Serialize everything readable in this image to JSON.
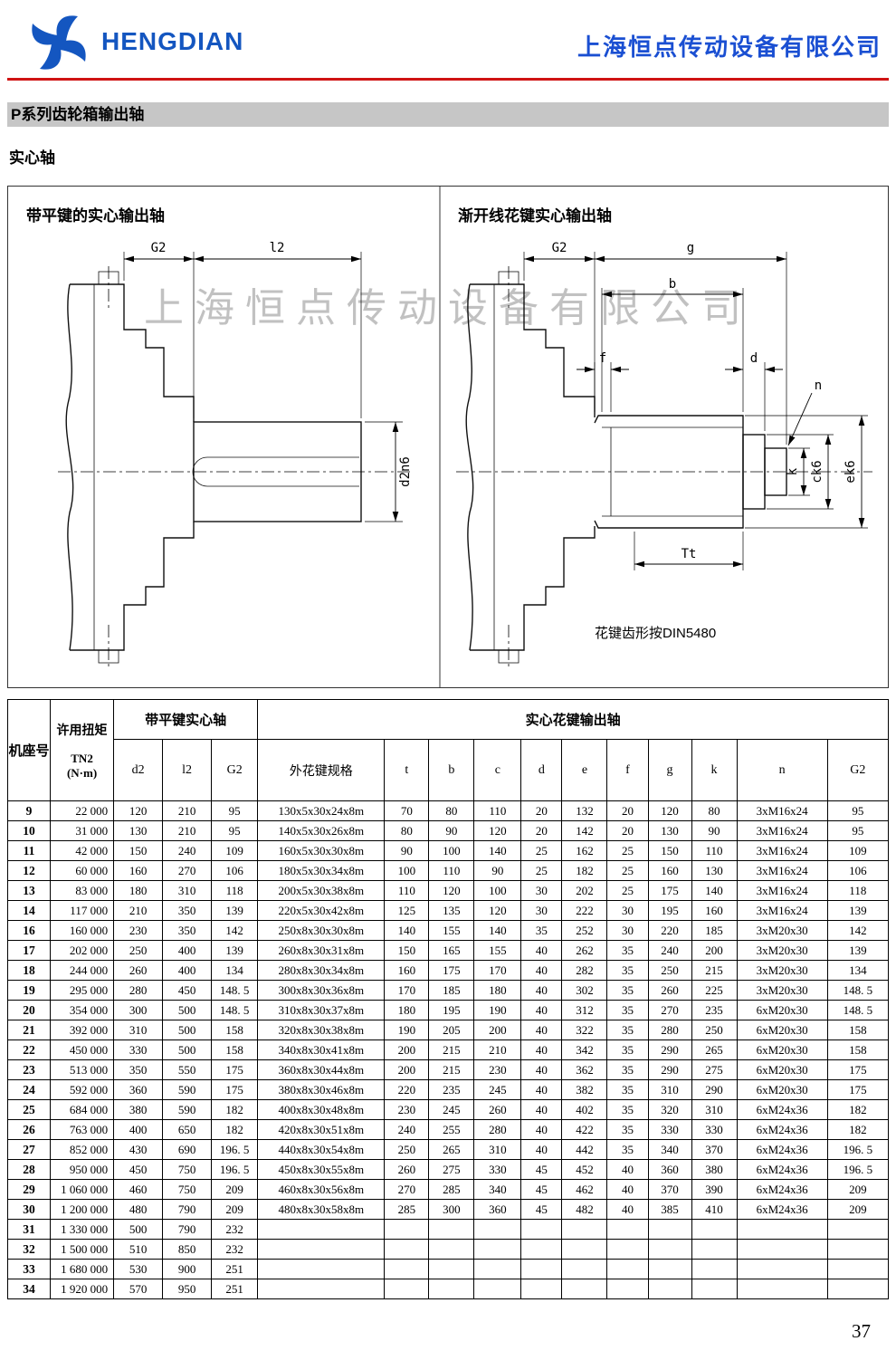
{
  "header": {
    "brand": "HENGDIAN",
    "company": "上海恒点传动设备有限公司"
  },
  "page": {
    "section_title": "P系列齿轮箱输出轴",
    "subtitle": "实心轴",
    "page_number": "37"
  },
  "drawings": {
    "watermark": "上海恒点传动设备有限公司",
    "left": {
      "title": "带平键的实心输出轴",
      "dims": {
        "g2": "G2",
        "l2": "l2",
        "d2": "d2n6"
      }
    },
    "right": {
      "title": "渐开线花键实心输出轴",
      "dims": {
        "g2": "G2",
        "g": "g",
        "b": "b",
        "f": "f",
        "d": "d",
        "n": "n",
        "k": "k",
        "ck6": "ck6",
        "ek6": "ek6",
        "tt": "Tt"
      },
      "note": "花键齿形按DIN5480"
    }
  },
  "table": {
    "header": {
      "frame": "机座号",
      "torque_line1": "许用扭矩",
      "torque_line2": "TN2",
      "torque_line3": "(N·m)",
      "flat_key_group": "带平键实心轴",
      "spline_group": "实心花键输出轴",
      "flat_key_cols": [
        "d2",
        "l2",
        "G2"
      ],
      "spline_cols": [
        "外花键规格",
        "t",
        "b",
        "c",
        "d",
        "e",
        "f",
        "g",
        "k",
        "n",
        "G2"
      ]
    },
    "rows": [
      [
        "9",
        "22 000",
        "120",
        "210",
        "95",
        "130x5x30x24x8m",
        "70",
        "80",
        "110",
        "20",
        "132",
        "20",
        "120",
        "80",
        "3xM16x24",
        "95"
      ],
      [
        "10",
        "31 000",
        "130",
        "210",
        "95",
        "140x5x30x26x8m",
        "80",
        "90",
        "120",
        "20",
        "142",
        "20",
        "130",
        "90",
        "3xM16x24",
        "95"
      ],
      [
        "11",
        "42 000",
        "150",
        "240",
        "109",
        "160x5x30x30x8m",
        "90",
        "100",
        "140",
        "25",
        "162",
        "25",
        "150",
        "110",
        "3xM16x24",
        "109"
      ],
      [
        "12",
        "60 000",
        "160",
        "270",
        "106",
        "180x5x30x34x8m",
        "100",
        "110",
        "90",
        "25",
        "182",
        "25",
        "160",
        "130",
        "3xM16x24",
        "106"
      ],
      [
        "13",
        "83 000",
        "180",
        "310",
        "118",
        "200x5x30x38x8m",
        "110",
        "120",
        "100",
        "30",
        "202",
        "25",
        "175",
        "140",
        "3xM16x24",
        "118"
      ],
      [
        "14",
        "117 000",
        "210",
        "350",
        "139",
        "220x5x30x42x8m",
        "125",
        "135",
        "120",
        "30",
        "222",
        "30",
        "195",
        "160",
        "3xM16x24",
        "139"
      ],
      [
        "16",
        "160 000",
        "230",
        "350",
        "142",
        "250x8x30x30x8m",
        "140",
        "155",
        "140",
        "35",
        "252",
        "30",
        "220",
        "185",
        "3xM20x30",
        "142"
      ],
      [
        "17",
        "202 000",
        "250",
        "400",
        "139",
        "260x8x30x31x8m",
        "150",
        "165",
        "155",
        "40",
        "262",
        "35",
        "240",
        "200",
        "3xM20x30",
        "139"
      ],
      [
        "18",
        "244 000",
        "260",
        "400",
        "134",
        "280x8x30x34x8m",
        "160",
        "175",
        "170",
        "40",
        "282",
        "35",
        "250",
        "215",
        "3xM20x30",
        "134"
      ],
      [
        "19",
        "295 000",
        "280",
        "450",
        "148. 5",
        "300x8x30x36x8m",
        "170",
        "185",
        "180",
        "40",
        "302",
        "35",
        "260",
        "225",
        "3xM20x30",
        "148. 5"
      ],
      [
        "20",
        "354 000",
        "300",
        "500",
        "148. 5",
        "310x8x30x37x8m",
        "180",
        "195",
        "190",
        "40",
        "312",
        "35",
        "270",
        "235",
        "6xM20x30",
        "148. 5"
      ],
      [
        "21",
        "392 000",
        "310",
        "500",
        "158",
        "320x8x30x38x8m",
        "190",
        "205",
        "200",
        "40",
        "322",
        "35",
        "280",
        "250",
        "6xM20x30",
        "158"
      ],
      [
        "22",
        "450 000",
        "330",
        "500",
        "158",
        "340x8x30x41x8m",
        "200",
        "215",
        "210",
        "40",
        "342",
        "35",
        "290",
        "265",
        "6xM20x30",
        "158"
      ],
      [
        "23",
        "513 000",
        "350",
        "550",
        "175",
        "360x8x30x44x8m",
        "200",
        "215",
        "230",
        "40",
        "362",
        "35",
        "290",
        "275",
        "6xM20x30",
        "175"
      ],
      [
        "24",
        "592 000",
        "360",
        "590",
        "175",
        "380x8x30x46x8m",
        "220",
        "235",
        "245",
        "40",
        "382",
        "35",
        "310",
        "290",
        "6xM20x30",
        "175"
      ],
      [
        "25",
        "684 000",
        "380",
        "590",
        "182",
        "400x8x30x48x8m",
        "230",
        "245",
        "260",
        "40",
        "402",
        "35",
        "320",
        "310",
        "6xM24x36",
        "182"
      ],
      [
        "26",
        "763 000",
        "400",
        "650",
        "182",
        "420x8x30x51x8m",
        "240",
        "255",
        "280",
        "40",
        "422",
        "35",
        "330",
        "330",
        "6xM24x36",
        "182"
      ],
      [
        "27",
        "852 000",
        "430",
        "690",
        "196. 5",
        "440x8x30x54x8m",
        "250",
        "265",
        "310",
        "40",
        "442",
        "35",
        "340",
        "370",
        "6xM24x36",
        "196. 5"
      ],
      [
        "28",
        "950 000",
        "450",
        "750",
        "196. 5",
        "450x8x30x55x8m",
        "260",
        "275",
        "330",
        "45",
        "452",
        "40",
        "360",
        "380",
        "6xM24x36",
        "196. 5"
      ],
      [
        "29",
        "1 060 000",
        "460",
        "750",
        "209",
        "460x8x30x56x8m",
        "270",
        "285",
        "340",
        "45",
        "462",
        "40",
        "370",
        "390",
        "6xM24x36",
        "209"
      ],
      [
        "30",
        "1 200 000",
        "480",
        "790",
        "209",
        "480x8x30x58x8m",
        "285",
        "300",
        "360",
        "45",
        "482",
        "40",
        "385",
        "410",
        "6xM24x36",
        "209"
      ],
      [
        "31",
        "1 330 000",
        "500",
        "790",
        "232",
        "",
        "",
        "",
        "",
        "",
        "",
        "",
        "",
        "",
        "",
        ""
      ],
      [
        "32",
        "1 500 000",
        "510",
        "850",
        "232",
        "",
        "",
        "",
        "",
        "",
        "",
        "",
        "",
        "",
        "",
        ""
      ],
      [
        "33",
        "1 680 000",
        "530",
        "900",
        "251",
        "",
        "",
        "",
        "",
        "",
        "",
        "",
        "",
        "",
        "",
        ""
      ],
      [
        "34",
        "1 920 000",
        "570",
        "950",
        "251",
        "",
        "",
        "",
        "",
        "",
        "",
        "",
        "",
        "",
        "",
        ""
      ]
    ]
  }
}
